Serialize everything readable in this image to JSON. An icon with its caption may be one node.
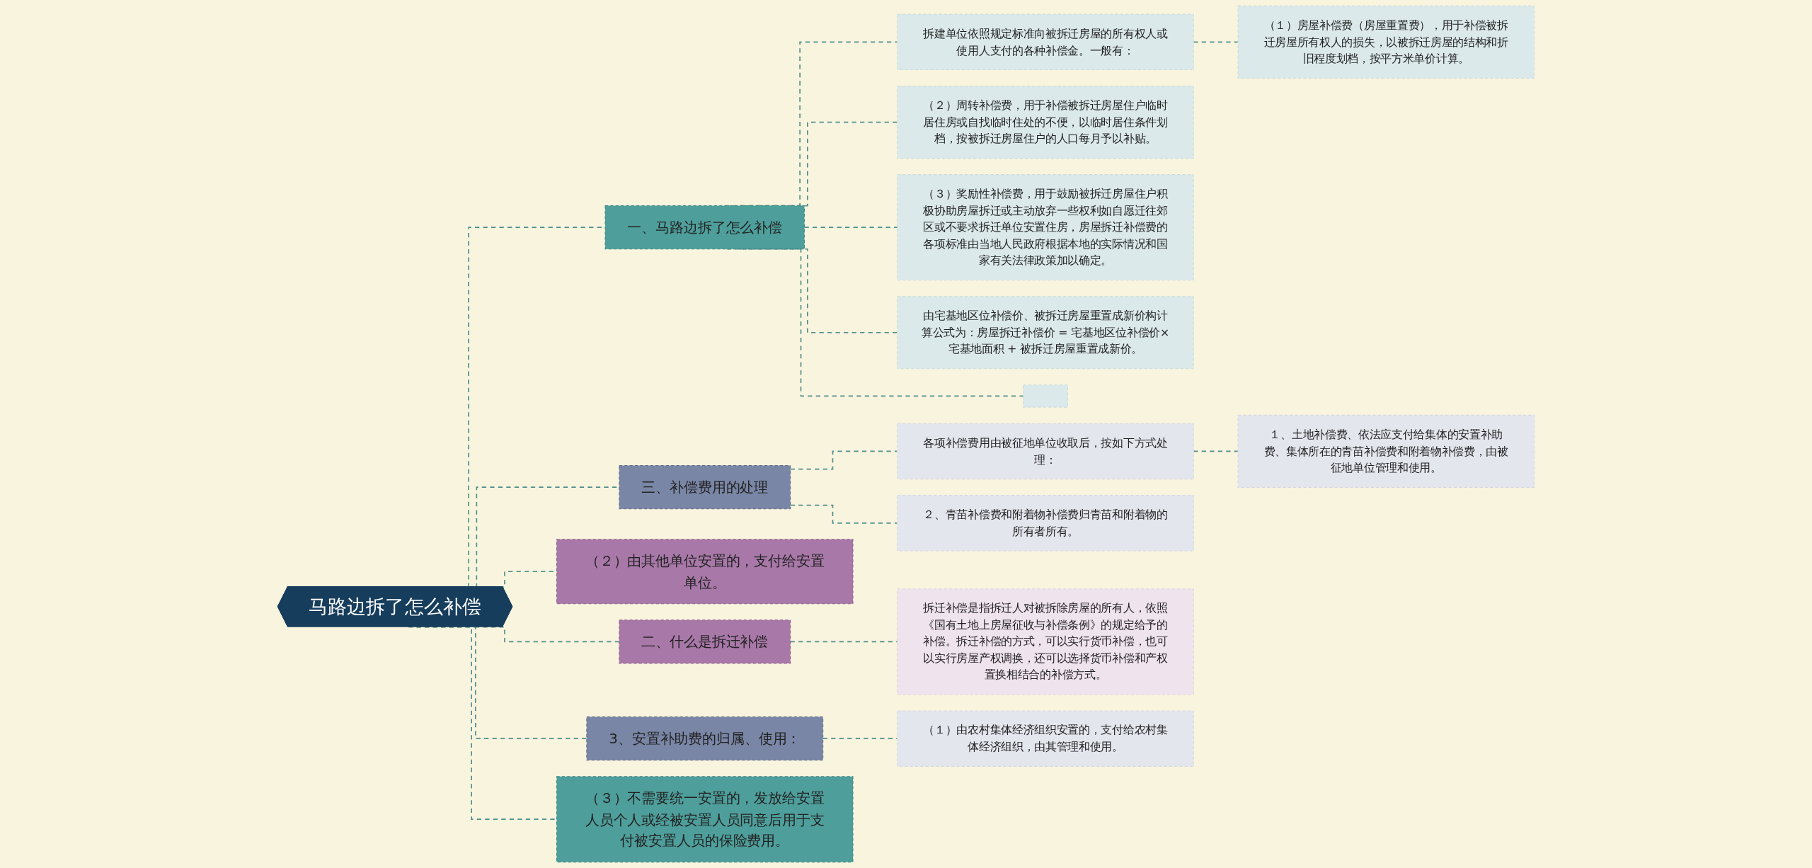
{
  "diagram": {
    "nodes": [
      {
        "text": [
          "马路边拆了怎么补偿"
        ]
      },
      {
        "text": [
          "一、马路边拆了怎么补偿"
        ]
      },
      {
        "text": [
          "拆建单位依照规定标准向被拆迁房屋的所有权人或使用人支付的各种补偿金。一般有："
        ]
      },
      {
        "text": [
          "（１）房屋补偿费（房屋重置费），用于补偿被拆迁房屋所有权人的损失，以被拆迁房屋的结构和折旧程度划档，按平方米单价计算。"
        ]
      },
      {
        "text": [
          "（２）周转补偿费，用于补偿被拆迁房屋住户临时居住房或自找临时住处的不便，以临时居住条件划档，按被拆迁房屋住户的人口每月予以补贴。"
        ]
      },
      {
        "text": [
          "（３）奖励性补偿费，用于鼓励被拆迁房屋住户积极协助房屋拆迁或主动放弃一些权利如自愿迁往郊区或不要求拆迁单位安置住房，房屋拆迁补偿费的各项标准由当地人民政府根据本地的实际情况和国家有关法律政策加以确定。"
        ]
      },
      {
        "text": [
          "由宅基地区位补偿价、被拆迁房屋重置成新价构计算公式为：房屋拆迁补偿价 = 宅基地区位补偿价×宅基地面积 + 被拆迁房屋重置成新价。"
        ]
      },
      {
        "text": [],
        "shape": "box"
      },
      {
        "text": [
          "三、补偿费用的处理"
        ]
      },
      {
        "text": [
          "各项补偿费用由被征地单位收取后，按如下方式处理："
        ]
      },
      {
        "text": [
          "１、土地补偿费、依法应支付给集体的安置补助费、集体所在的青苗补偿费和附着物补偿费，由被征地单位管理和使用。"
        ]
      },
      {
        "text": [
          "２、青苗补偿费和附着物补偿费归青苗和附着物的所有者所有。"
        ]
      },
      {
        "text": [
          "（２）由其他单位安置的，支付给安置单位。"
        ]
      },
      {
        "text": [
          "二、什么是拆迁补偿"
        ]
      },
      {
        "text": [
          "拆迁补偿是指拆迁人对被拆除房屋的所有人，依照《国有土地上房屋征收与补偿条例》的规定给予的补偿。拆迁补偿的方式，可以实行货币补偿，也可以实行房屋产权调换，还可以选择货币补偿和产权置换相结合的补偿方式。"
        ]
      },
      {
        "text": [
          "3、安置补助费的归属、使用："
        ]
      },
      {
        "text": [
          "（１）由农村集体经济组织安置的，支付给农村集体经济组织，由其管理和使用。"
        ]
      },
      {
        "text": [
          "（３）不需要统一安置的，发放给安置人员个人或经被安置人员同意后用于支付被安置人员的保险费用。"
        ]
      }
    ],
    "edges": [
      {
        "from": 0,
        "to": 1,
        "arrow": "none",
        "style": "dashed"
      },
      {
        "from": 1,
        "to": 2,
        "arrow": "none",
        "style": "dashed"
      },
      {
        "from": 2,
        "to": 3,
        "arrow": "none",
        "style": "dashed"
      },
      {
        "from": 1,
        "to": 4,
        "arrow": "none",
        "style": "dashed"
      },
      {
        "from": 1,
        "to": 5,
        "arrow": "none",
        "style": "dashed"
      },
      {
        "from": 1,
        "to": 6,
        "arrow": "none",
        "style": "dashed"
      },
      {
        "from": 1,
        "to": 7,
        "arrow": "none",
        "style": "dashed"
      },
      {
        "from": 0,
        "to": 8,
        "arrow": "none",
        "style": "dashed"
      },
      {
        "from": 8,
        "to": 9,
        "arrow": "none",
        "style": "dashed"
      },
      {
        "from": 9,
        "to": 10,
        "arrow": "none",
        "style": "dashed"
      },
      {
        "from": 8,
        "to": 11,
        "arrow": "none",
        "style": "dashed"
      },
      {
        "from": 0,
        "to": 12,
        "arrow": "none",
        "style": "dashed"
      },
      {
        "from": 0,
        "to": 13,
        "arrow": "none",
        "style": "dashed"
      },
      {
        "from": 13,
        "to": 14,
        "arrow": "none",
        "style": "dashed"
      },
      {
        "from": 0,
        "to": 15,
        "arrow": "none",
        "style": "dashed"
      },
      {
        "from": 15,
        "to": 16,
        "arrow": "none",
        "style": "dashed"
      },
      {
        "from": 0,
        "to": 17,
        "arrow": "none",
        "style": "dashed"
      }
    ]
  }
}
